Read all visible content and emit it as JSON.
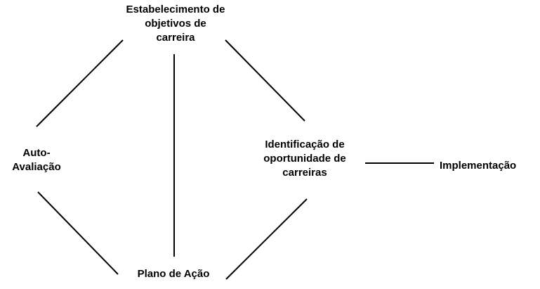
{
  "diagram": {
    "background_color": "#ffffff",
    "text_color": "#000000",
    "line_color": "#000000",
    "nodes": {
      "career_goals": {
        "label": "Estabelecimento de\nobjetivos de\ncarreira"
      },
      "self_assessment": {
        "label": "Auto-\nAvaliação"
      },
      "opportunity_identification": {
        "label": "Identificação de\noportunidade de\ncarreiras"
      },
      "implementation": {
        "label": "Implementação"
      },
      "action_plan": {
        "label": "Plano de Ação"
      }
    },
    "edges": [
      {
        "from": "career_goals",
        "to": "self_assessment"
      },
      {
        "from": "career_goals",
        "to": "action_plan"
      },
      {
        "from": "career_goals",
        "to": "opportunity_identification"
      },
      {
        "from": "self_assessment",
        "to": "action_plan"
      },
      {
        "from": "opportunity_identification",
        "to": "action_plan"
      },
      {
        "from": "opportunity_identification",
        "to": "implementation"
      }
    ]
  }
}
